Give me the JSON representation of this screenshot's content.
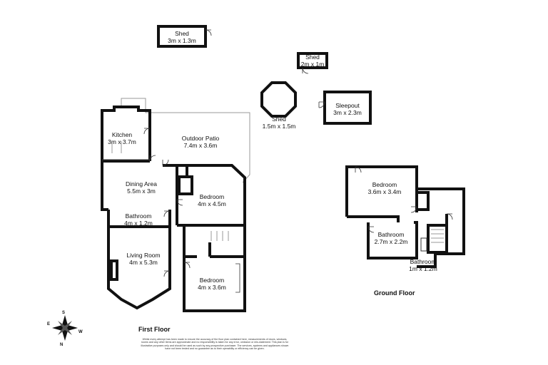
{
  "rooms": [
    {
      "id": "shed-1",
      "name": "Shed",
      "dims": "3m x 1.3m"
    },
    {
      "id": "shed-2",
      "name": "Shed",
      "dims": "2m x 1m"
    },
    {
      "id": "shed-octagon",
      "name": "Shed",
      "dims": "1.5m x 1.5m"
    },
    {
      "id": "sleepout",
      "name": "Sleepout",
      "dims": "3m x 2.3m"
    },
    {
      "id": "kitchen",
      "name": "Kitchen",
      "dims": "3m x 3.7m"
    },
    {
      "id": "outdoor-patio",
      "name": "Outdoor Patio",
      "dims": "7.4m x 3.6m"
    },
    {
      "id": "dining-area",
      "name": "Dining Area",
      "dims": "5.5m x 3m"
    },
    {
      "id": "bedroom-1",
      "name": "Bedroom",
      "dims": "4m x 4.5m"
    },
    {
      "id": "bathroom-1",
      "name": "Bathroom",
      "dims": "4m x 1.2m"
    },
    {
      "id": "living-room",
      "name": "Living Room",
      "dims": "4m x 5.3m"
    },
    {
      "id": "bedroom-2",
      "name": "Bedroom",
      "dims": "4m x 3.6m"
    },
    {
      "id": "bedroom-3",
      "name": "Bedroom",
      "dims": "3.6m x 3.4m"
    },
    {
      "id": "bathroom-2",
      "name": "Bathroom",
      "dims": "2.7m x 2.2m"
    },
    {
      "id": "bathroom-3",
      "name": "Bathroom",
      "dims": "1m x 1.2m"
    }
  ],
  "floors": {
    "first": "First Floor",
    "ground": "Ground Floor"
  },
  "compass": {
    "n": "N",
    "s": "S",
    "e": "E",
    "w": "W"
  },
  "disclaimer": "Whilst every attempt has been made to ensure the accuracy of the floor plan contained here, measurements of doors, windows, rooms and any other items are approximate and no responsibility is taken for any error, omission or mis-statement. This plan is for illustrative purposes only and should be used as such by any prospective purchaser. The services, systems and appliances shown have not been tested and no guarantee as to their operability or efficiency can be given."
}
